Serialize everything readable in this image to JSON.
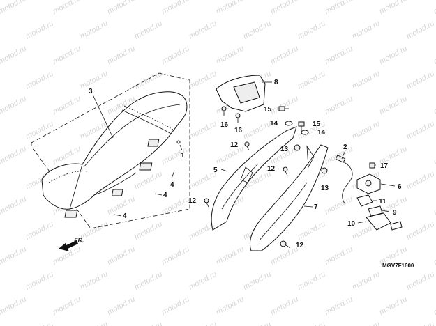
{
  "watermark": {
    "text": "motod.ru"
  },
  "diagram": {
    "code": "MGV7F1600",
    "direction_label": "FR.",
    "callouts": {
      "c1": "1",
      "c2": "2",
      "c3": "3",
      "c4a": "4",
      "c4b": "4",
      "c4c": "4",
      "c5": "5",
      "c6": "6",
      "c7": "7",
      "c8": "8",
      "c9": "9",
      "c10": "10",
      "c11": "11",
      "c12a": "12",
      "c12b": "12",
      "c12c": "12",
      "c12d": "12",
      "c13a": "13",
      "c13b": "13",
      "c14a": "14",
      "c14b": "14",
      "c15a": "15",
      "c15b": "15",
      "c16a": "16",
      "c16b": "16",
      "c17": "17"
    }
  }
}
